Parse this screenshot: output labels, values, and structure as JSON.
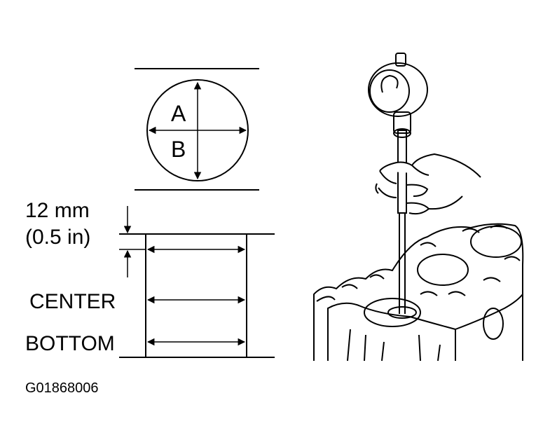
{
  "labels": {
    "diameter_a": "A",
    "diameter_b": "B",
    "offset_value": "12 mm",
    "offset_value_in": "(0.5 in)",
    "center": "CENTER",
    "bottom": "BOTTOM",
    "figure_code": "G01868006"
  },
  "colors": {
    "ink": "#000000",
    "paper": "#ffffff"
  }
}
